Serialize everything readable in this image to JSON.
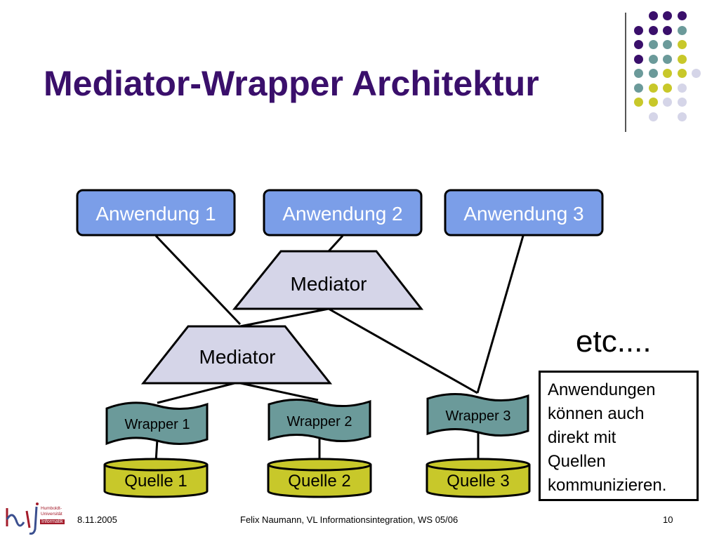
{
  "slide": {
    "title": "Mediator-Wrapper Architektur"
  },
  "palette": {
    "purple": "#3a0f6b",
    "teal": "#6b9a9a",
    "yellow": "#c8c82a",
    "lavender": "#d5d5e8",
    "blue": "#7b9ee8"
  },
  "diagram": {
    "applications": [
      "Anwendung 1",
      "Anwendung 2",
      "Anwendung 3"
    ],
    "mediators": [
      "Mediator",
      "Mediator"
    ],
    "wrappers": [
      "Wrapper 1",
      "Wrapper 2",
      "Wrapper 3"
    ],
    "sources": [
      "Quelle 1",
      "Quelle 2",
      "Quelle 3"
    ]
  },
  "etc": "etc....",
  "note": {
    "lines": [
      "Anwendungen",
      "können auch",
      "direkt mit",
      "Quellen",
      "kommunizieren."
    ]
  },
  "footer": {
    "date": "8.11.2005",
    "center": "Felix Naumann, VL Informationsintegration, WS 05/06",
    "page": "10"
  },
  "logo": {
    "line1": "Humboldt-",
    "line2": "Universität",
    "badge": "Informatik"
  }
}
